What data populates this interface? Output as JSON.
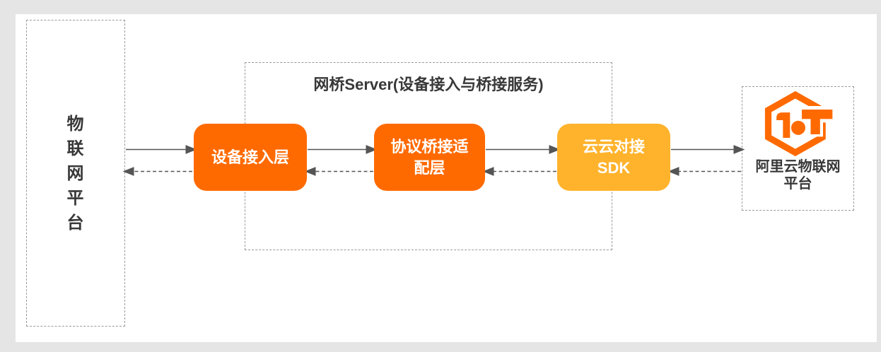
{
  "colors": {
    "page-bg": "#e5e5e5",
    "panel-bg": "#ffffff",
    "orange": "#ff6a00",
    "amber": "#ffb32c",
    "text": "#383838",
    "dash-border": "#9a9a9a",
    "arrow": "#555555",
    "node-text": "#ffffff"
  },
  "left_platform": {
    "label": "物\n联\n网\n平\n台"
  },
  "bridge_server": {
    "title": "网桥Server(设备接入与桥接服务)",
    "boxes": [
      {
        "label": "设备接入层"
      },
      {
        "label": "协议桥接适\n配层"
      },
      {
        "label": "云云对接\nSDK"
      }
    ]
  },
  "aliyun_platform": {
    "label": "阿里云物联网\n平台",
    "logo_icon": "aliyun-iot-hexagon-logo"
  },
  "flows": {
    "forward_style": "solid",
    "backward_style": "dashed",
    "connections": [
      "物联网平台 → 设备接入层",
      "设备接入层 → 协议桥接适配层",
      "协议桥接适配层 → 云云对接SDK",
      "云云对接SDK → 阿里云物联网平台"
    ]
  }
}
